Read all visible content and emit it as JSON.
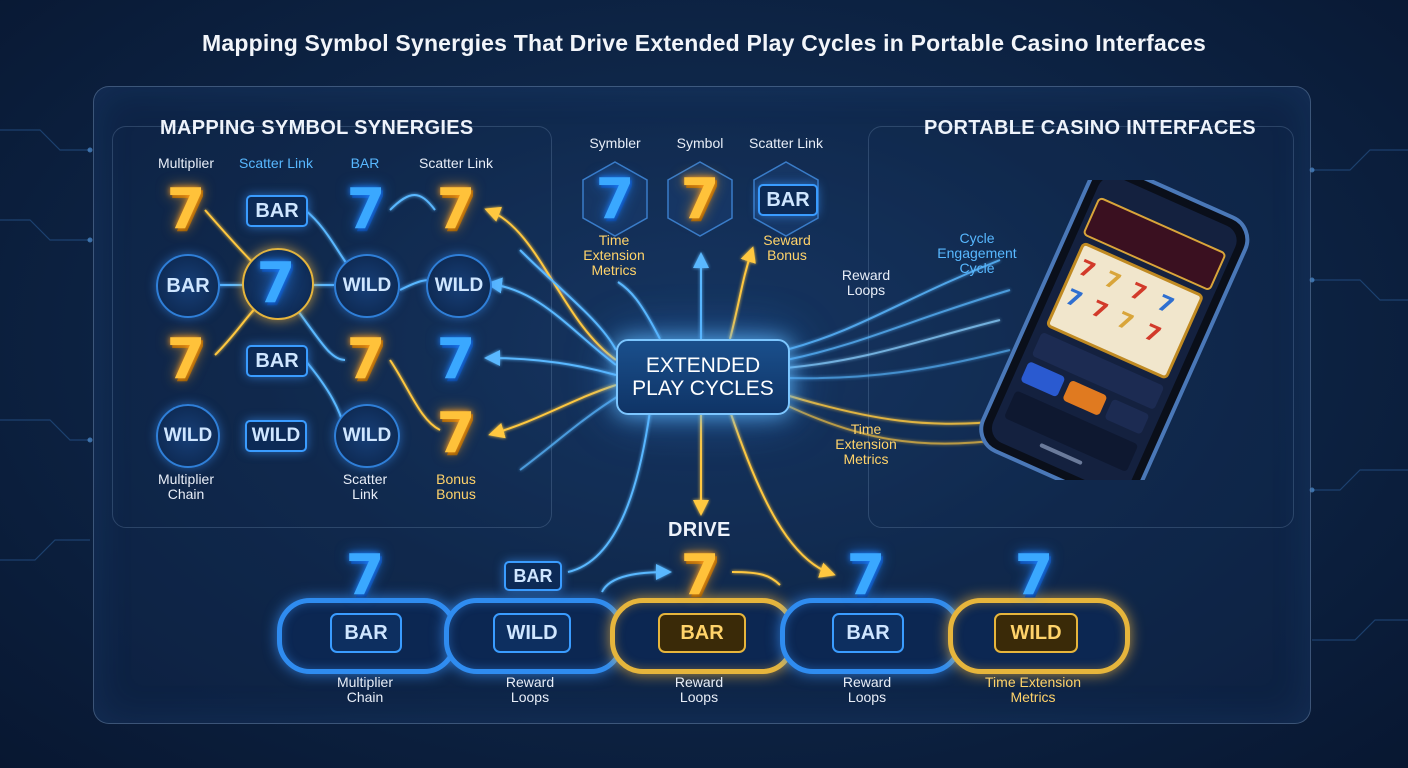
{
  "title": "Mapping Symbol Synergies That Drive Extended Play Cycles in Portable Casino Interfaces",
  "left": {
    "heading": "MAPPING SYMBOL SYNERGIES",
    "col_labels": [
      "Multiplier",
      "Scatter Link",
      "BAR",
      "Scatter Link"
    ],
    "bottom_labels": [
      "Multiplier\nChain",
      "Scatter\nLink",
      "Bonus\nBonus"
    ],
    "grid": {
      "r1": [
        "7",
        "BAR",
        "7",
        "7"
      ],
      "r2": [
        "BAR",
        "7",
        "WILD",
        "WILD"
      ],
      "r3": [
        "7",
        "BAR",
        "7",
        "7"
      ],
      "r4": [
        "WILD",
        "WILD",
        "WILD",
        "7"
      ]
    }
  },
  "center": {
    "top_labels": [
      "Symbler",
      "Symbol",
      "Scatter Link"
    ],
    "top_symbols": [
      "7",
      "7",
      "BAR"
    ],
    "sub_left": "Time\nExtension\nMetrics",
    "sub_right": "Seward\nBonus",
    "hub": "EXTENDED\nPLAY CYCLES",
    "drive": "DRIVE"
  },
  "right": {
    "heading": "PORTABLE CASINO INTERFACES",
    "label_cycle": "Cycle\nEngagement\nCycle",
    "label_reward": "Reward\nLoops",
    "label_time": "Time\nExtension\nMetrics"
  },
  "chain": {
    "tokens": [
      "BAR",
      "WILD",
      "BAR",
      "BAR",
      "WILD"
    ],
    "sevens": [
      "7",
      "7",
      "7",
      "7"
    ],
    "bar_float": "BAR",
    "labels": [
      "Multiplier\nChain",
      "Reward\nLoops",
      "Reward\nLoops",
      "Reward\nLoops",
      "Time Extension\nMetrics"
    ]
  },
  "colors": {
    "accent_blue": "#3aa8ff",
    "accent_gold": "#ffc23a",
    "background": "#0b1d3a"
  }
}
